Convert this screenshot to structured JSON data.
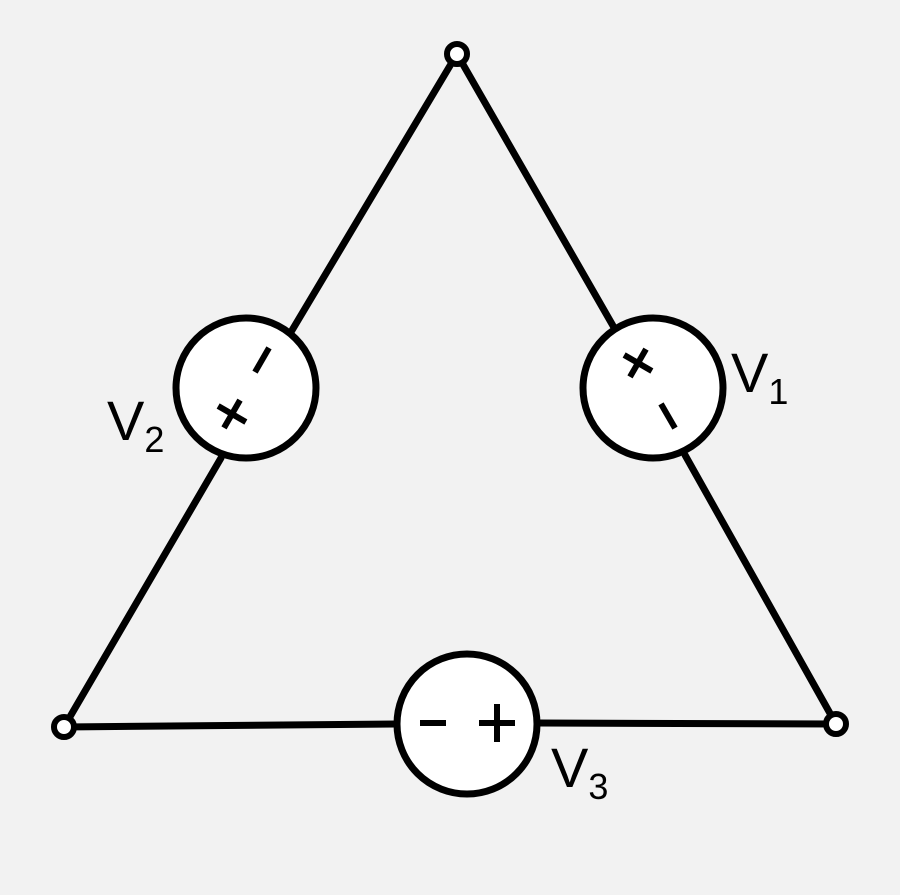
{
  "circuit": {
    "background": "#f2f2f2",
    "stroke_color": "#000000",
    "sources": [
      {
        "id": "v1",
        "label": "V",
        "subscript": "1",
        "polarity": [
          "+",
          "−"
        ]
      },
      {
        "id": "v2",
        "label": "V",
        "subscript": "2",
        "polarity": [
          "+",
          "−"
        ]
      },
      {
        "id": "v3",
        "label": "V",
        "subscript": "3",
        "polarity": [
          "−",
          "+"
        ]
      }
    ],
    "terminals": [
      "top",
      "bottom-left",
      "bottom-right"
    ]
  }
}
